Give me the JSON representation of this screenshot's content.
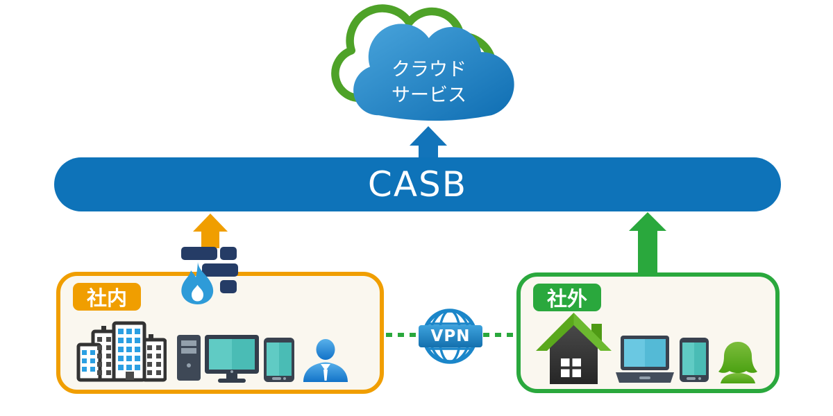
{
  "cloud": {
    "label_line1": "クラウド",
    "label_line2": "サービス"
  },
  "casb": {
    "label": "CASB"
  },
  "vpn": {
    "label": "VPN"
  },
  "zones": {
    "internal": {
      "label": "社内",
      "accent_color": "#f09e00",
      "devices": [
        "office-buildings",
        "desktop-pc",
        "tablet",
        "employee"
      ]
    },
    "external": {
      "label": "社外",
      "accent_color": "#2aa83d",
      "devices": [
        "home",
        "laptop",
        "smartphone",
        "remote-worker"
      ]
    }
  },
  "colors": {
    "casb_bar_blue": "#0e73b9",
    "cloud_blue_dark": "#0e6db2",
    "cloud_blue_light": "#4aa5dc",
    "cloud_outline_green": "#4ea228",
    "firewall_navy": "#253c66",
    "flame_blue": "#2e9bd8",
    "box_background": "#faf7ef",
    "screen_teal": "#56c5c0"
  }
}
